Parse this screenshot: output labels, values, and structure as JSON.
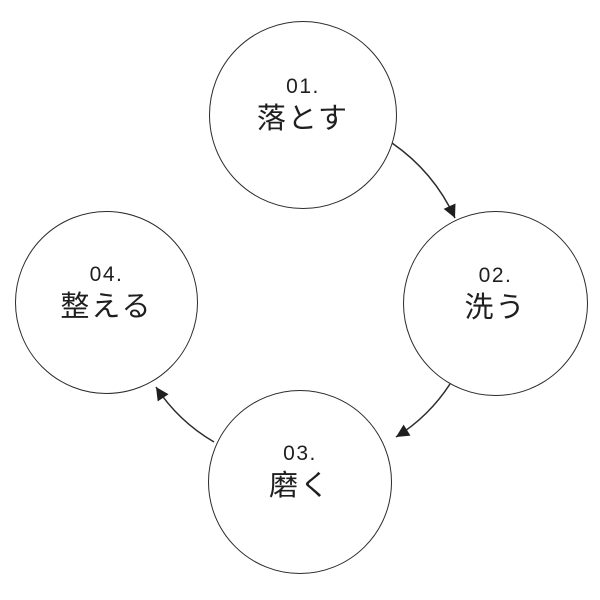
{
  "diagram": {
    "background_color": "#ffffff",
    "line_color": "#2b2b2b",
    "text_color": "#1f1f1f",
    "steps": [
      {
        "number": "01.",
        "label": "落とす"
      },
      {
        "number": "02.",
        "label": "洗う"
      },
      {
        "number": "03.",
        "label": "磨く"
      },
      {
        "number": "04.",
        "label": "整える"
      }
    ],
    "flow": [
      {
        "from": "01.",
        "to": "02."
      },
      {
        "from": "02.",
        "to": "03."
      },
      {
        "from": "03.",
        "to": "04."
      }
    ]
  }
}
